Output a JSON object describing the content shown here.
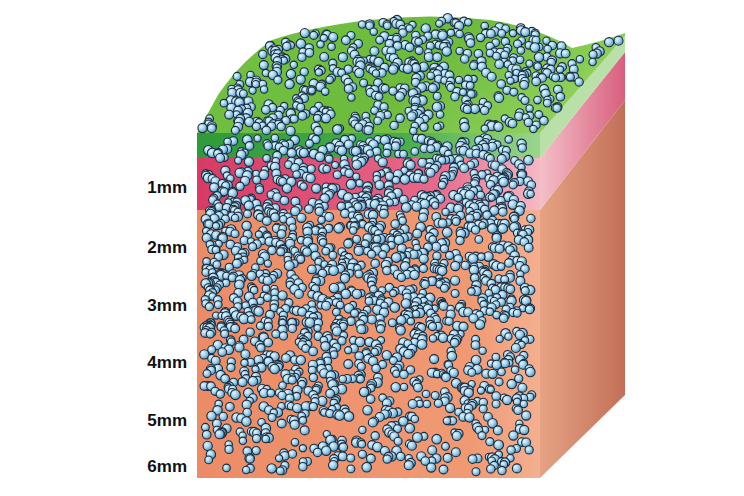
{
  "diagram": {
    "labels": [
      "1mm",
      "2mm",
      "3mm",
      "4mm",
      "5mm",
      "6mm"
    ]
  }
}
